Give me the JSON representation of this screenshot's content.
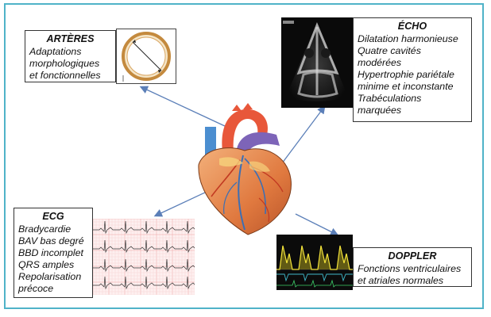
{
  "arteres": {
    "title": "ARTÈRES",
    "lines": [
      "Adaptations",
      "morphologiques",
      "et fonctionnelles"
    ]
  },
  "echo": {
    "title": "ÉCHO",
    "lines": [
      "Dilatation harmonieuse",
      "Quatre cavités",
      "modérées",
      "Hypertrophie pariétale",
      "minime et inconstante",
      "Trabéculations",
      "marquées"
    ]
  },
  "ecg": {
    "title": "ECG",
    "lines": [
      "Bradycardie",
      "BAV bas degré",
      "BBD incomplet",
      "QRS amples",
      "Repolarisation",
      "précoce"
    ]
  },
  "doppler": {
    "title": "DOPPLER",
    "lines": [
      "Fonctions ventriculaires",
      "et atriales normales"
    ]
  },
  "colors": {
    "frame": "#4fb3c8",
    "arrow": "#5b7fb8",
    "heart_main": "#e58a4c",
    "aorta": "#e8573a",
    "vein_blue": "#4b8ed0",
    "pulmonary": "#7d64b8",
    "ecg_grid": "#f2b6b6",
    "doppler_wave": "#f2e23a"
  },
  "icons": [
    "artery-cross-section-icon",
    "echo-scan-image",
    "ecg-strip-image",
    "doppler-trace-image",
    "heart-illustration"
  ]
}
